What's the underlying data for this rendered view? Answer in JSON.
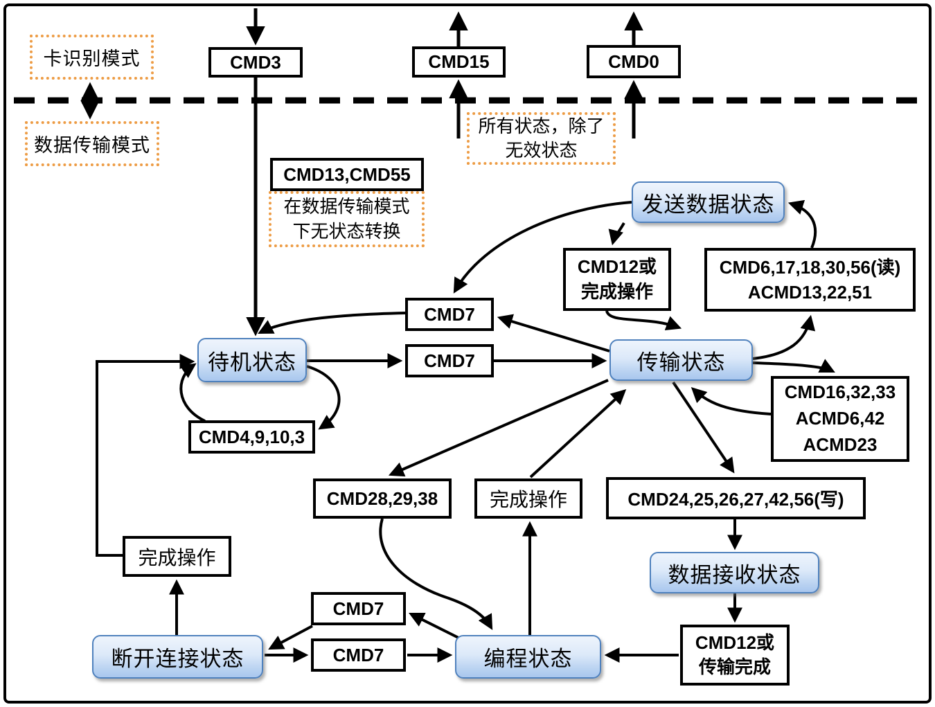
{
  "colors": {
    "line": "#000000",
    "state_border": "#4f81bd",
    "state_fill_top": "#eef4fc",
    "state_fill_bottom": "#a9c7ee",
    "mode_border": "#ed9c45"
  },
  "modes": {
    "card_identification": "卡识别模式",
    "data_transfer": "数据传输模式"
  },
  "top_commands": {
    "cmd3": "CMD3",
    "cmd15": "CMD15",
    "cmd0": "CMD0"
  },
  "all_states_note": {
    "line1": "所有状态，除了",
    "line2": "无效状态"
  },
  "cmd13_note": {
    "title": "CMD13,CMD55",
    "line1": "在数据传输模式",
    "line2": "下无状态转换"
  },
  "states": {
    "sending_data": "发送数据状态",
    "standby": "待机状态",
    "transfer": "传输状态",
    "receive_data": "数据接收状态",
    "disconnect": "断开连接状态",
    "programming": "编程状态"
  },
  "transitions": {
    "cmd12_or_done": {
      "line1": "CMD12或",
      "line2": "完成操作"
    },
    "read_cmds": {
      "line1": "CMD6,17,18,30,56(读)",
      "line2": "ACMD13,22,51"
    },
    "cmd7_top": "CMD7",
    "cmd7_select": "CMD7",
    "set_cmds": {
      "line1": "CMD16,32,33",
      "line2": "ACMD6,42",
      "line3": "ACMD23"
    },
    "cmd4_loop": "CMD4,9,10,3",
    "cmd28_group": "CMD28,29,38",
    "done_operation_mid": "完成操作",
    "write_cmds": "CMD24,25,26,27,42,56(写)",
    "cmd12_or_transfer_done": {
      "line1": "CMD12或",
      "line2": "传输完成"
    },
    "done_operation_left": "完成操作",
    "cmd7_disconnect": "CMD7",
    "cmd7_program": "CMD7"
  }
}
